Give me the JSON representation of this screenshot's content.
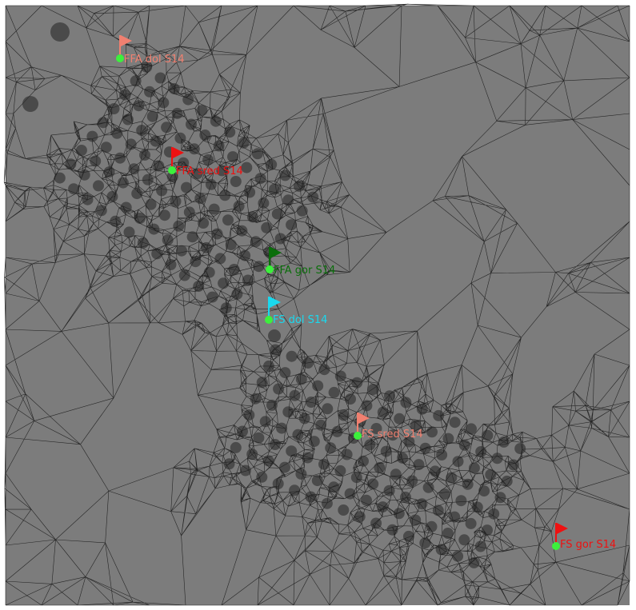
{
  "canvas": {
    "background": "#ffffff",
    "mesh_fill": "#7c7c7c",
    "edge_color": "#262626",
    "dense_fill": "#3c3c3c"
  },
  "markers": [
    {
      "id": "ffa-dol",
      "label": "FFA dol S14",
      "flag_color": "#f08070",
      "label_color": "#f08070"
    },
    {
      "id": "ffa-sred",
      "label": "FFA sred S14",
      "flag_color": "#ee1111",
      "label_color": "#ee1111"
    },
    {
      "id": "ffa-gor",
      "label": "FFA gor S14",
      "flag_color": "#0a6e0a",
      "label_color": "#0a6e0a"
    },
    {
      "id": "fs-dol",
      "label": "FS dol S14",
      "flag_color": "#19d9ef",
      "label_color": "#19d9ef"
    },
    {
      "id": "fs-sred",
      "label": "FS sred S14",
      "flag_color": "#f08070",
      "label_color": "#f08070"
    },
    {
      "id": "fs-gor",
      "label": "FS gor S14",
      "flag_color": "#ee1111",
      "label_color": "#ee1111"
    }
  ],
  "marker_point_color": "#3cf03c"
}
